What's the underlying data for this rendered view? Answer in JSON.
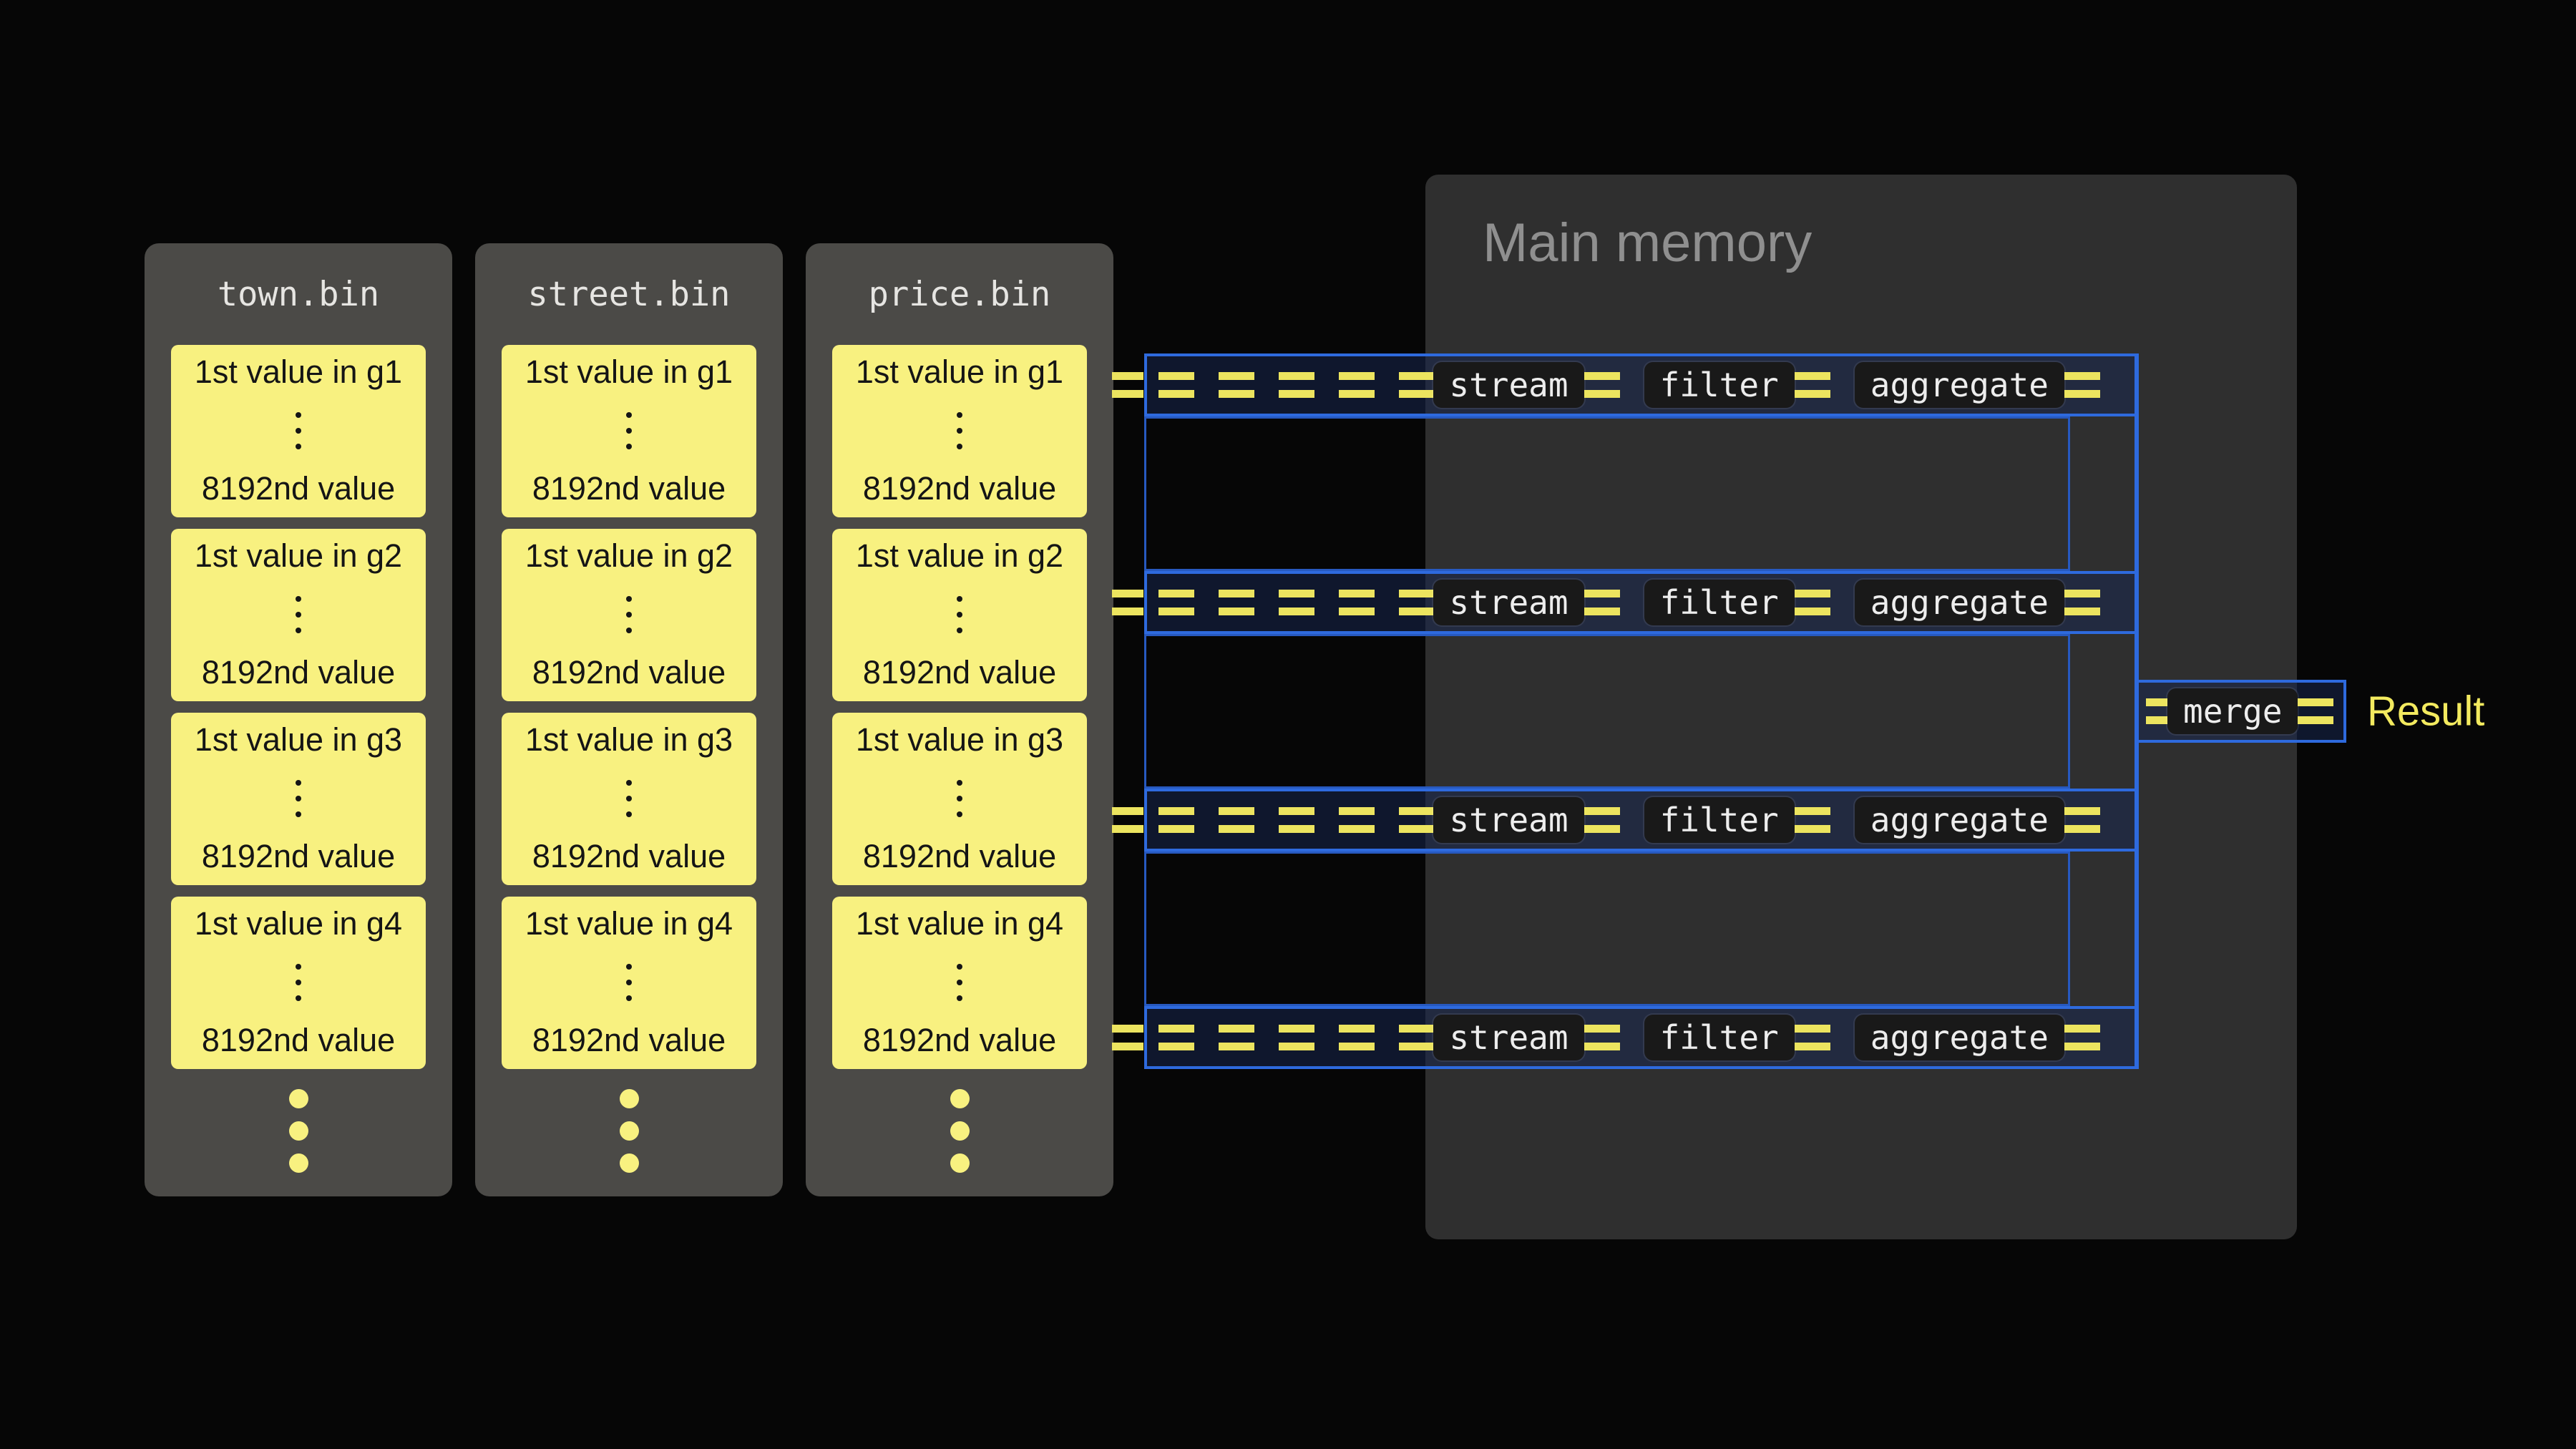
{
  "files": [
    {
      "title": "town.bin",
      "cells": [
        {
          "first": "1st value in g1",
          "last": "8192nd value"
        },
        {
          "first": "1st value in g2",
          "last": "8192nd value"
        },
        {
          "first": "1st value in g3",
          "last": "8192nd value"
        },
        {
          "first": "1st value in g4",
          "last": "8192nd value"
        }
      ]
    },
    {
      "title": "street.bin",
      "cells": [
        {
          "first": "1st value in g1",
          "last": "8192nd value"
        },
        {
          "first": "1st value in g2",
          "last": "8192nd value"
        },
        {
          "first": "1st value in g3",
          "last": "8192nd value"
        },
        {
          "first": "1st value in g4",
          "last": "8192nd value"
        }
      ]
    },
    {
      "title": "price.bin",
      "cells": [
        {
          "first": "1st value in g1",
          "last": "8192nd value"
        },
        {
          "first": "1st value in g2",
          "last": "8192nd value"
        },
        {
          "first": "1st value in g3",
          "last": "8192nd value"
        },
        {
          "first": "1st value in g4",
          "last": "8192nd value"
        }
      ]
    }
  ],
  "main_memory": {
    "title": "Main memory"
  },
  "pipelines": [
    {
      "stream": "stream",
      "filter": "filter",
      "aggregate": "aggregate"
    },
    {
      "stream": "stream",
      "filter": "filter",
      "aggregate": "aggregate"
    },
    {
      "stream": "stream",
      "filter": "filter",
      "aggregate": "aggregate"
    },
    {
      "stream": "stream",
      "filter": "filter",
      "aggregate": "aggregate"
    }
  ],
  "merge": {
    "label": "merge"
  },
  "result_label": "Result",
  "colors": {
    "background": "#060606",
    "file_box": "#4b4a47",
    "cell_yellow": "#f8f180",
    "memory_box": "#2f2f2f",
    "pipe_blue": "#2e6ade",
    "gap_blue": "#2759c0",
    "dash_yellow": "#ece45f",
    "chip_bg": "#191919",
    "chip_text": "#ededed",
    "result_yellow": "#f3ea5f"
  }
}
